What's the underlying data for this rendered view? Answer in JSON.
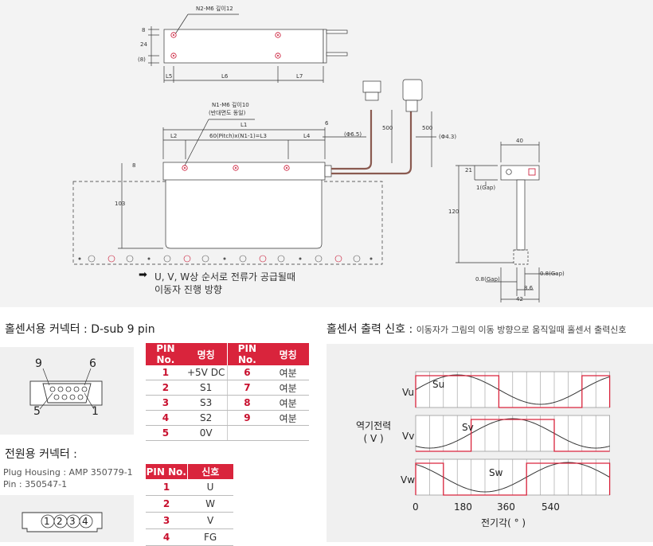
{
  "drawing": {
    "top_view": {
      "note_tap": "N2-M6 깊이12",
      "dims_v": [
        "8",
        "24",
        "(8)"
      ],
      "dims_h": [
        "L5",
        "L6",
        "L7"
      ]
    },
    "front_view": {
      "note_tap": "N1-M6 깊이10",
      "note_tap_sub": "(반대면도 동일)",
      "dims": [
        "L1",
        "6",
        "L2",
        "60(Pitch)x(N1-1)=L3",
        "L4",
        "8",
        "103"
      ],
      "cable": [
        "(Φ6.5)",
        "500",
        "500",
        "(Φ4.3)"
      ]
    },
    "side_view": {
      "dims": [
        "40",
        "21",
        "1(Gap)",
        "120",
        "0.8(Gap)",
        "0.8(Gap)",
        "8.6",
        "42"
      ]
    },
    "direction_note": [
      "U, V, W상 순서로 전류가 공급될때",
      "이동자 진행 방향"
    ]
  },
  "hall_connector": {
    "title": "홀센서용 커넥터 : D-sub 9 pin",
    "pin_labels": [
      "9",
      "6",
      "5",
      "1"
    ],
    "table": {
      "headers": [
        "PIN No.",
        "명칭",
        "PIN No.",
        "명칭"
      ],
      "rows": [
        [
          "1",
          "+5V DC",
          "6",
          "여분"
        ],
        [
          "2",
          "S1",
          "7",
          "여분"
        ],
        [
          "3",
          "S3",
          "8",
          "여분"
        ],
        [
          "4",
          "S2",
          "9",
          "여분"
        ],
        [
          "5",
          "0V",
          "",
          ""
        ]
      ]
    }
  },
  "power_connector": {
    "title": "전원용 커넥터 :",
    "housing": "Plug Housing : AMP 350779-1",
    "pin": "Pin : 350547-1",
    "pin_numbers": [
      "1",
      "2",
      "3",
      "4"
    ],
    "table": {
      "headers": [
        "PIN No.",
        "신호"
      ],
      "rows": [
        [
          "1",
          "U"
        ],
        [
          "2",
          "W"
        ],
        [
          "3",
          "V"
        ],
        [
          "4",
          "FG"
        ]
      ]
    }
  },
  "hall_signal": {
    "title": "홀센서 출력 신호 :",
    "subtitle": "이동자가 그림의 이동 방향으로 움직일때 홀센서 출력신호",
    "ylabel": [
      "역기전력",
      "( V )"
    ],
    "xlabel": "전기각( ° )",
    "xticks": [
      "0",
      "180",
      "360",
      "540"
    ],
    "rows": [
      {
        "name": "Vu",
        "signal": "Su"
      },
      {
        "name": "Vv",
        "signal": "Sv"
      },
      {
        "name": "Vw",
        "signal": "Sw"
      }
    ],
    "colors": {
      "sine": "#333333",
      "signal": "#d9243c",
      "grid": "#9a9a9a"
    }
  }
}
